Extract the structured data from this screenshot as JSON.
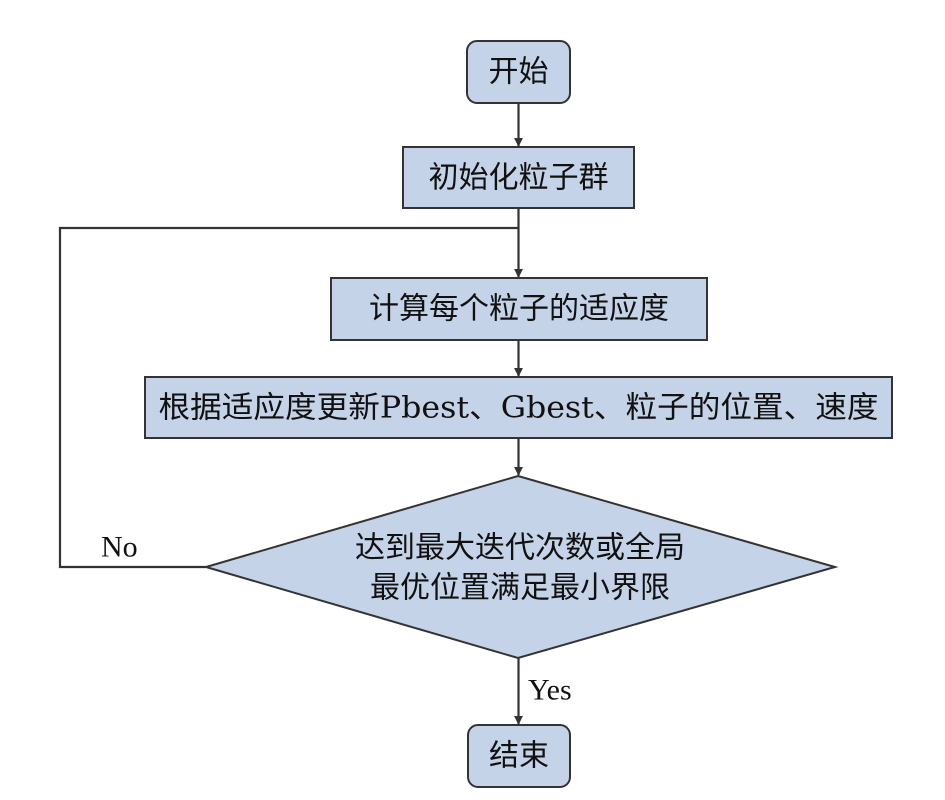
{
  "colors": {
    "node_fill": "#c5d3e8",
    "node_stroke": "#333333",
    "line": "#333333",
    "text": "#111111",
    "background": "#ffffff"
  },
  "nodes": {
    "start": "开始",
    "init": "初始化粒子群",
    "fitness": "计算每个粒子的适应度",
    "update": "根据适应度更新Pbest、Gbest、粒子的位置、速度",
    "decision": [
      "达到最大迭代次数或全局",
      "最优位置满足最小界限"
    ],
    "end": "结束"
  },
  "edges": {
    "no_label": "No",
    "yes_label": "Yes"
  }
}
